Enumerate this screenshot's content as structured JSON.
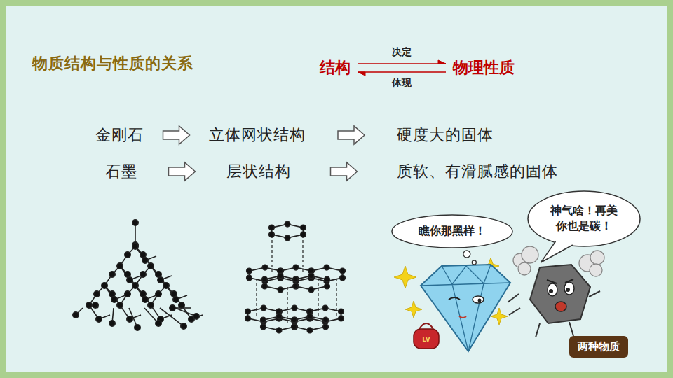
{
  "diagram": {
    "title": "物质结构与性质的关系",
    "nodes": [
      {
        "text": [
          "结构"
        ]
      },
      {
        "text": [
          "物理性质"
        ]
      },
      {
        "text": [
          "金刚石"
        ]
      },
      {
        "text": [
          "立体网状结构"
        ]
      },
      {
        "text": [
          "硬度大的固体"
        ]
      },
      {
        "text": [
          "石墨"
        ]
      },
      {
        "text": [
          "层状结构"
        ]
      },
      {
        "text": [
          "质软、有滑腻感的固体"
        ]
      },
      {
        "text": [
          "瞧你那黑样！"
        ]
      },
      {
        "text": [
          "神气啥！再美 你也是碳！"
        ]
      },
      {
        "text": [
          "两种物质"
        ]
      }
    ],
    "edges": [
      {
        "from": 0,
        "to": 1,
        "label": "决定",
        "arrow": "to"
      },
      {
        "from": 1,
        "to": 0,
        "label": "体现",
        "arrow": "to"
      },
      {
        "from": 2,
        "to": 3,
        "arrow": "to"
      },
      {
        "from": 3,
        "to": 4,
        "arrow": "to"
      },
      {
        "from": 5,
        "to": 6,
        "arrow": "to"
      },
      {
        "from": 6,
        "to": 7,
        "arrow": "to"
      }
    ],
    "labels": [
      "LV"
    ]
  }
}
